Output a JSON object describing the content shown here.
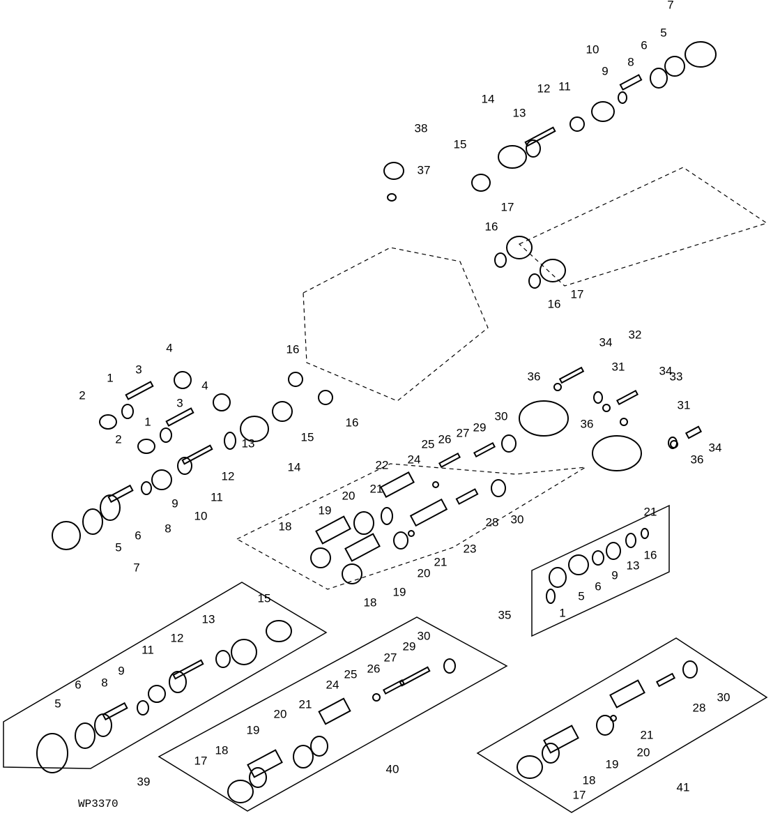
{
  "figure_code": "WP3370",
  "callouts": [
    "7",
    "5",
    "6",
    "10",
    "9",
    "8",
    "11",
    "12",
    "14",
    "13",
    "15",
    "38",
    "37",
    "17",
    "16",
    "17",
    "16",
    "4",
    "3",
    "1",
    "2",
    "4",
    "3",
    "1",
    "2",
    "16",
    "16",
    "15",
    "14",
    "13",
    "12",
    "11",
    "10",
    "9",
    "8",
    "6",
    "5",
    "7",
    "34",
    "32",
    "36",
    "31",
    "34",
    "33",
    "36",
    "31",
    "34",
    "36",
    "30",
    "29",
    "27",
    "26",
    "25",
    "24",
    "22",
    "21",
    "20",
    "19",
    "18",
    "28",
    "30",
    "23",
    "21",
    "20",
    "19",
    "18",
    "21",
    "16",
    "13",
    "9",
    "6",
    "5",
    "1",
    "35",
    "15",
    "13",
    "12",
    "11",
    "9",
    "8",
    "6",
    "5",
    "39",
    "30",
    "29",
    "27",
    "26",
    "25",
    "24",
    "21",
    "20",
    "19",
    "18",
    "17",
    "40",
    "30",
    "28",
    "21",
    "20",
    "19",
    "18",
    "17",
    "41"
  ]
}
